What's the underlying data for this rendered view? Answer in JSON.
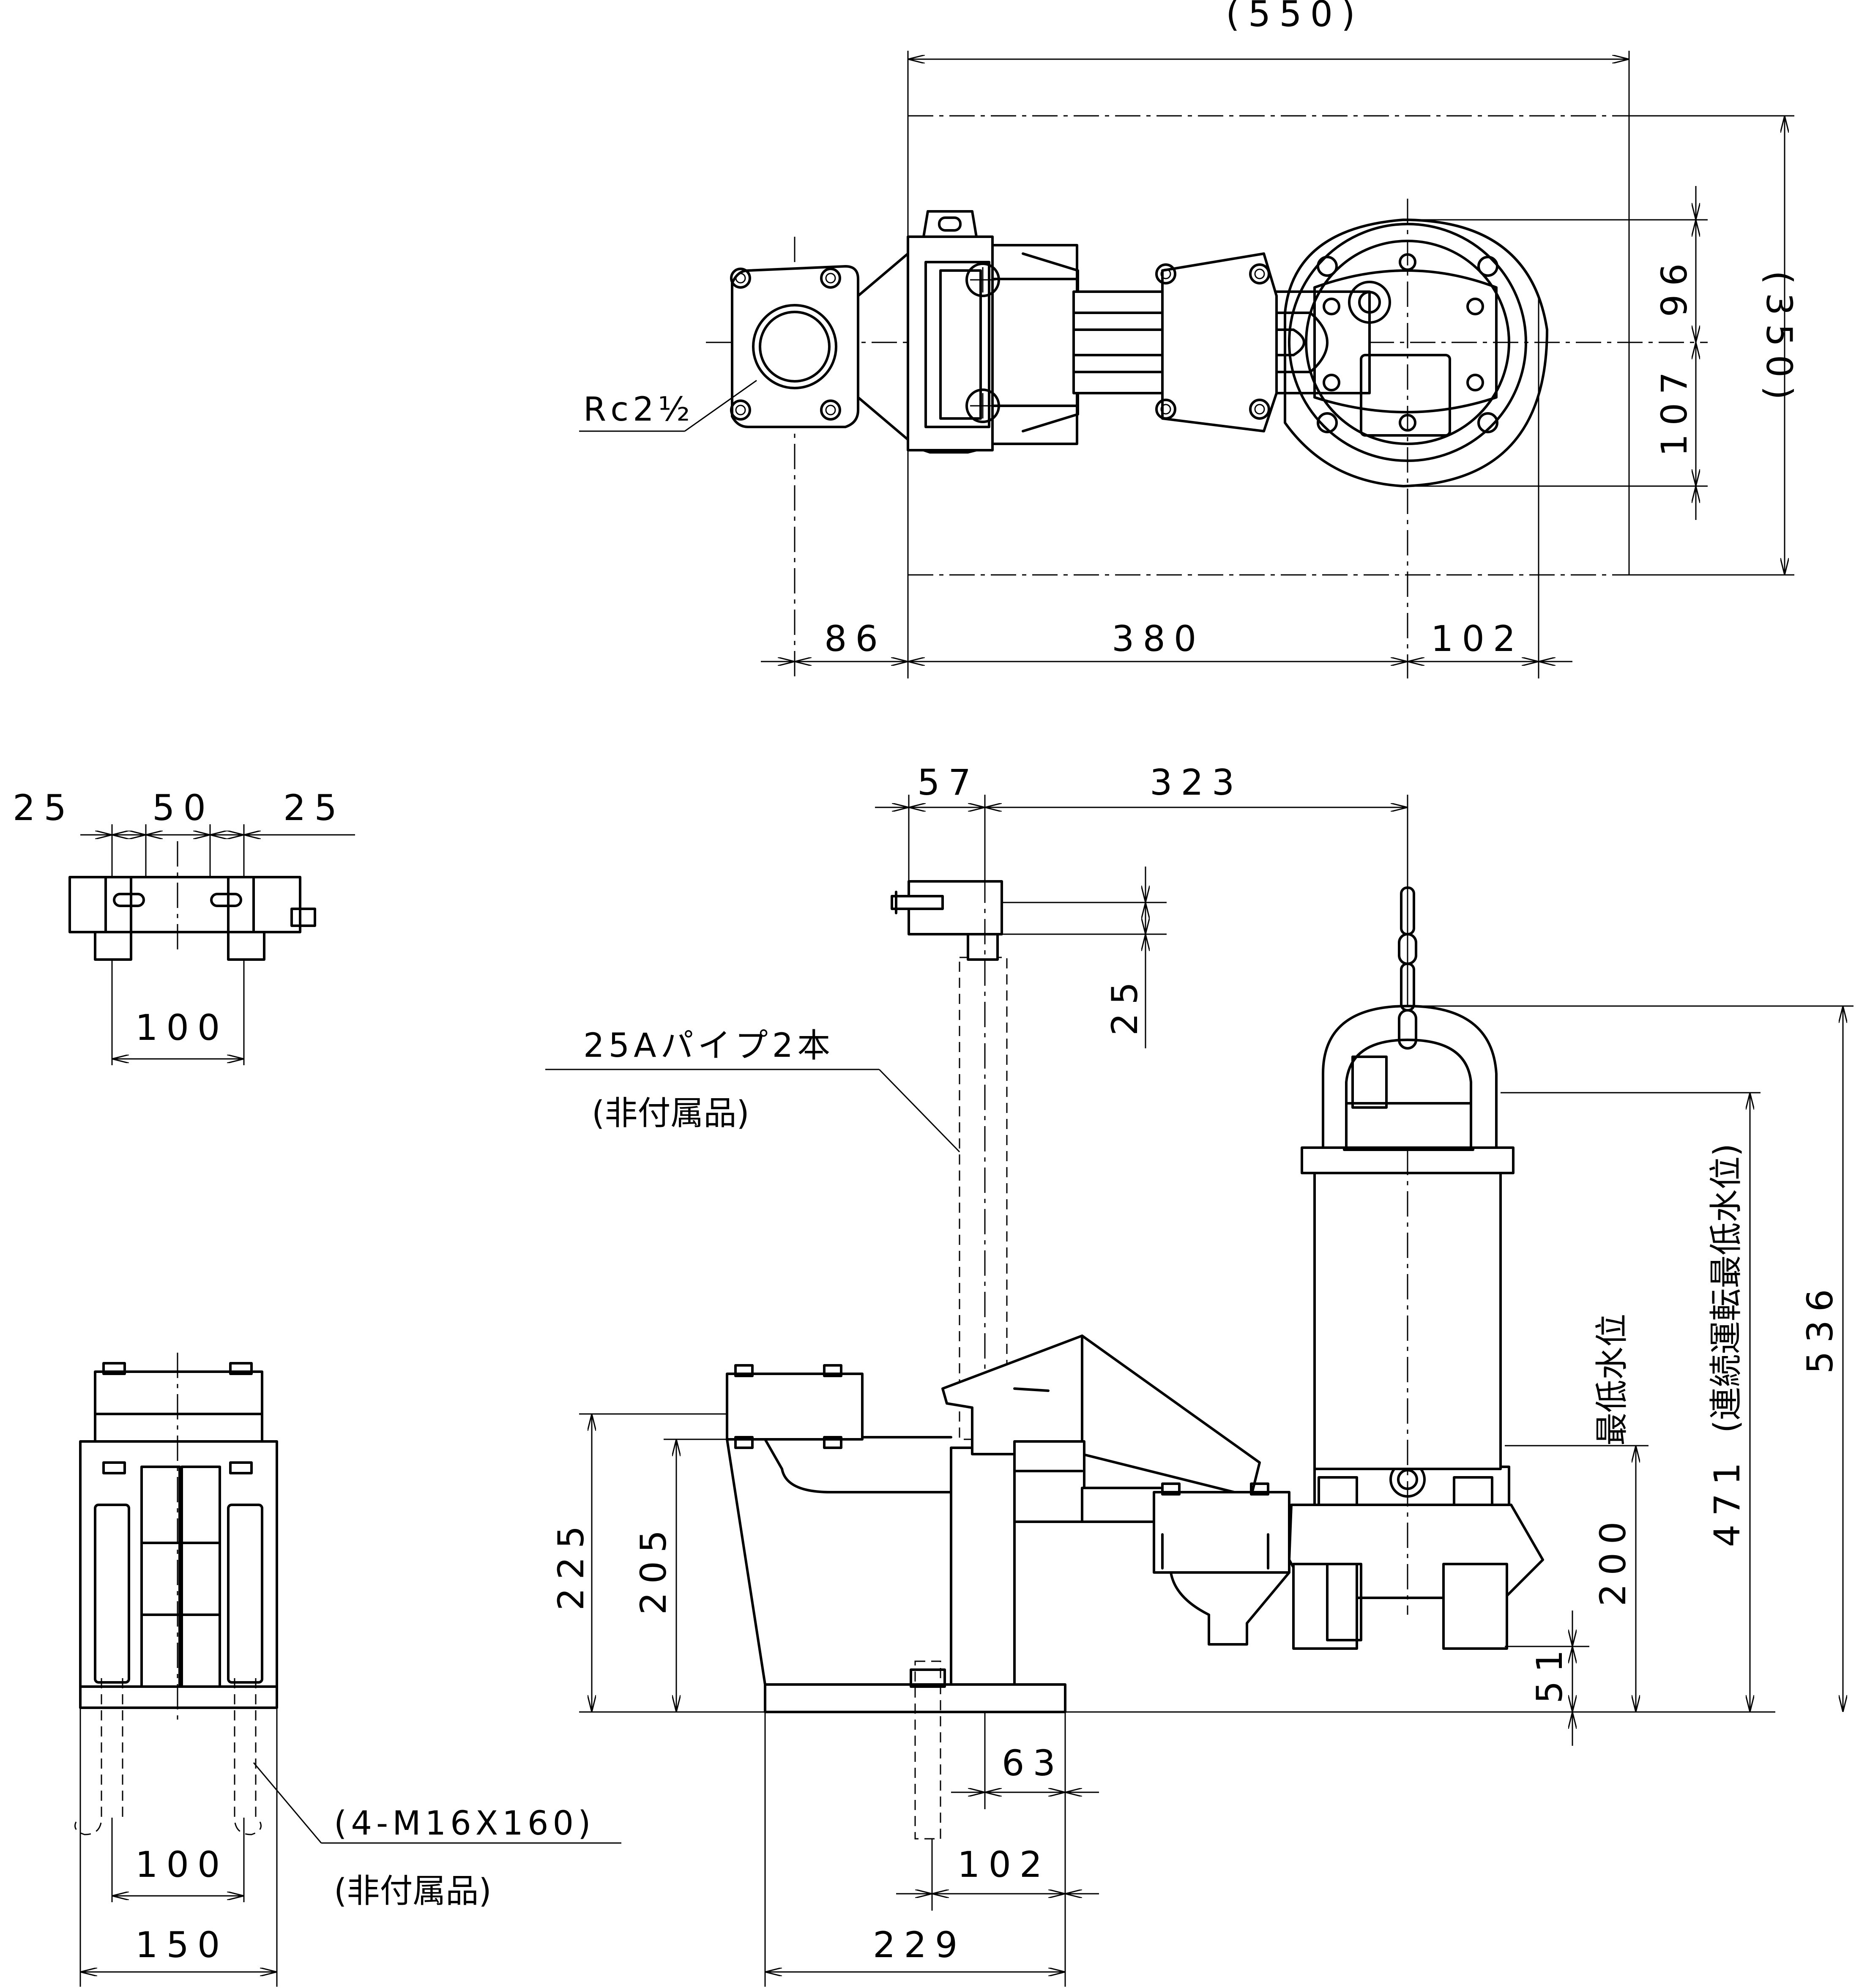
{
  "drawing": {
    "top_view": {
      "overall_length": "(550)",
      "overall_width": "(350)",
      "dim_96": "96",
      "dim_107": "107",
      "dim_86": "86",
      "dim_380": "380",
      "dim_102": "102",
      "thread_label": "Rc2½"
    },
    "guide_top": {
      "dim_25_left": "25",
      "dim_50": "50",
      "dim_25_right": "25",
      "dim_100": "100"
    },
    "front_view": {
      "dim_100": "100",
      "dim_150": "150",
      "bolt_spec": "(4-M16X160)",
      "bolt_note": "(非付属品)"
    },
    "side_view": {
      "dim_57": "57",
      "dim_323": "323",
      "dim_25": "25",
      "pipe_label": "25Aパイプ2本",
      "pipe_note": "(非付属品)",
      "dim_225": "225",
      "dim_205": "205",
      "dim_63": "63",
      "dim_102": "102",
      "dim_229": "229",
      "dim_51": "51",
      "dim_200": "200",
      "dim_471": "471",
      "dim_536": "536",
      "lowest_level_label": "最低水位",
      "continuous_level_label": "(連続運転最低水位)"
    }
  }
}
